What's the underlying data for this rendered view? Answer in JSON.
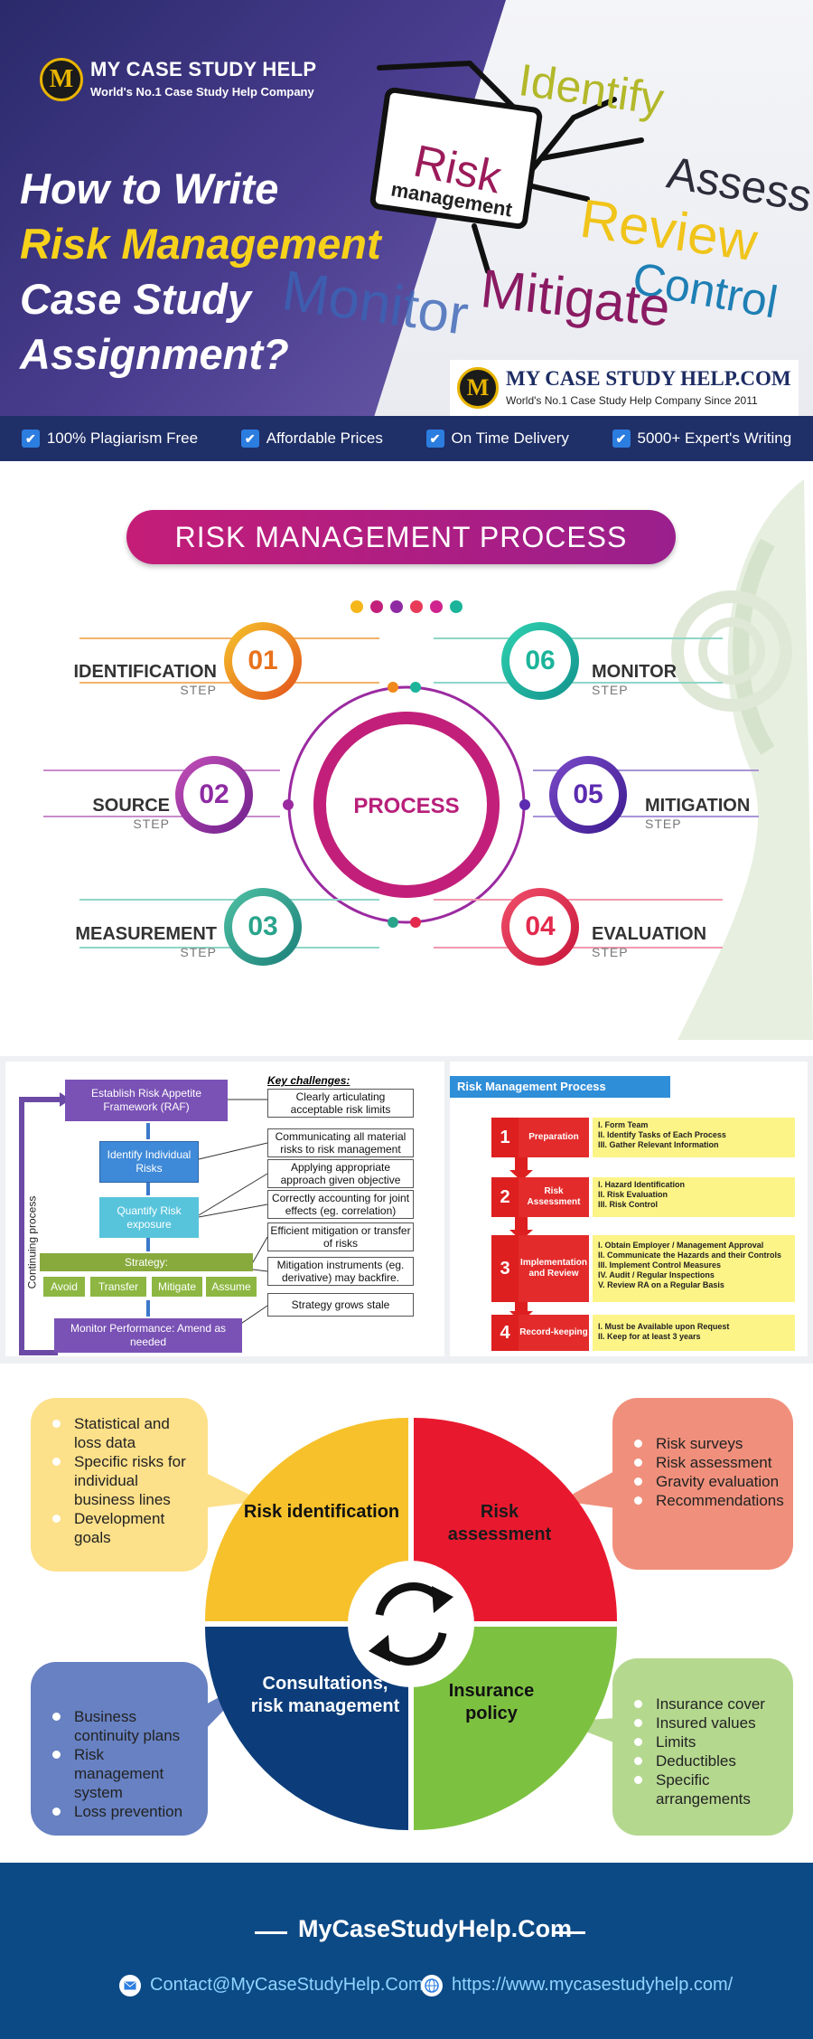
{
  "header": {
    "logo_letter": "M",
    "brand": "MY CASE STUDY HELP",
    "tagline": "World's No.1 Case Study Help Company",
    "title_line1": "How to Write",
    "title_line2": "Risk Management",
    "title_line3": "Case Study",
    "title_line4": "Assignment?",
    "hero_words": {
      "center_top": "Risk",
      "center_bottom": "management",
      "identify": "Identify",
      "assess": "Assess",
      "review": "Review",
      "control": "Control",
      "mitigate": "Mitigate",
      "monitor": "Monitor"
    },
    "seal_brand": "MY CASE STUDY HELP.COM",
    "seal_tagline": "World's No.1 Case Study Help Company Since 2011",
    "features": [
      "100% Plagiarism Free",
      "Affordable Prices",
      "On Time Delivery",
      "5000+ Expert's Writing"
    ],
    "check_glyph": "✔"
  },
  "process": {
    "banner": "RISK MANAGEMENT PROCESS",
    "center": "PROCESS",
    "step_word": "STEP",
    "steps": [
      {
        "num": "01",
        "label": "IDENTIFICATION",
        "color": "#f08a1c"
      },
      {
        "num": "02",
        "label": "SOURCE",
        "color": "#9b2aa0"
      },
      {
        "num": "03",
        "label": "MEASUREMENT",
        "color": "#2aa38b"
      },
      {
        "num": "04",
        "label": "EVALUATION",
        "color": "#e32a4d"
      },
      {
        "num": "05",
        "label": "MITIGATION",
        "color": "#5b2bb0"
      },
      {
        "num": "06",
        "label": "MONITOR",
        "color": "#1bb49a"
      }
    ],
    "dot_colors": [
      "#f4b619",
      "#c21f7a",
      "#8e2ba2",
      "#e83b5a",
      "#d0238e",
      "#1bb49a"
    ]
  },
  "flow": {
    "side_label": "Continuing process",
    "establish": "Establish Risk Appetite Framework (RAF)",
    "identify": "Identify Individual Risks",
    "quantify": "Quantify Risk exposure",
    "strategy": "Strategy:",
    "options": [
      "Avoid",
      "Transfer",
      "Mitigate",
      "Assume"
    ],
    "monitor": "Monitor Performance: Amend as needed",
    "challenges_title": "Key challenges:",
    "challenges": [
      "Clearly articulating acceptable risk limits",
      "Communicating all material risks to risk management",
      "Applying appropriate approach given objective",
      "Correctly accounting for joint effects (eg. correlation)",
      "Efficient mitigation or transfer of risks",
      "Mitigation instruments (eg. derivative) may backfire.",
      "Strategy grows stale"
    ]
  },
  "rmp": {
    "title": "Risk Management Process",
    "rows": [
      {
        "num": "1",
        "name": "Preparation",
        "items": [
          "I.   Form Team",
          "II.  Identify Tasks of Each Process",
          "III. Gather Relevant Information"
        ]
      },
      {
        "num": "2",
        "name": "Risk Assessment",
        "items": [
          "I.   Hazard Identification",
          "II.  Risk Evaluation",
          "III. Risk Control"
        ]
      },
      {
        "num": "3",
        "name": "Implementation and Review",
        "items": [
          "I.   Obtain Employer / Management Approval",
          "II.  Communicate the Hazards and their Controls",
          "III. Implement Control Measures",
          "IV. Audit / Regular Inspections",
          "V.  Review RA on a Regular Basis"
        ]
      },
      {
        "num": "4",
        "name": "Record-keeping",
        "items": [
          "I.  Must be Available upon Request",
          "II. Keep for at least 3 years"
        ]
      }
    ]
  },
  "cycle": {
    "q_identification": "Risk identification",
    "q_assessment": "Risk assessment",
    "q_consultations": "Consultations, risk management",
    "q_insurance": "Insurance policy",
    "b_identification": [
      "Statistical and loss data",
      "Specific risks for individual business lines",
      "Development goals"
    ],
    "b_assessment": [
      "Risk surveys",
      "Risk assessment",
      "Gravity evaluation",
      "Recommendations"
    ],
    "b_consultations": [
      "Business continuity plans",
      "Risk management system",
      "Loss prevention"
    ],
    "b_insurance": [
      "Insurance cover",
      "Insured values",
      "Limits",
      "Deductibles",
      "Specific arrangements"
    ],
    "colors": {
      "yellow": "#f6c12b",
      "red": "#e8192f",
      "navy": "#0c3d7a",
      "green": "#7dc141"
    }
  },
  "footer": {
    "site": "MyCaseStudyHelp.Com",
    "email": "Contact@MyCaseStudyHelp.Com",
    "url": "https://www.mycasestudyhelp.com/"
  }
}
